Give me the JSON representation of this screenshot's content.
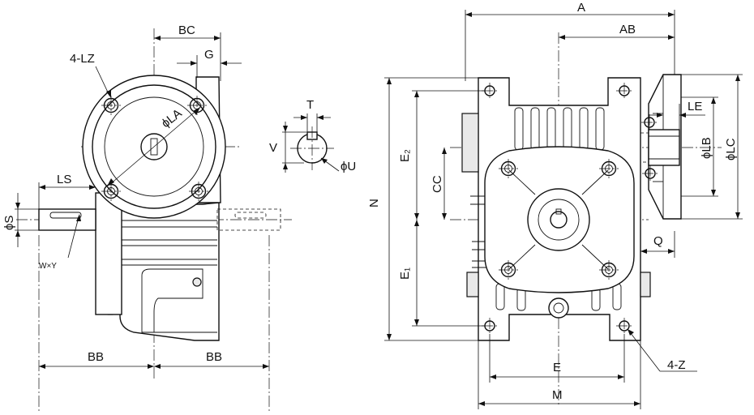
{
  "left_view": {
    "labels": {
      "bc": "BC",
      "g": "G",
      "four_lz": "4-LZ",
      "phi_la": "ϕLA",
      "ls": "LS",
      "phi_s": "ϕS",
      "w_x_y": "W×Y",
      "bb_left": "BB",
      "bb_right": "BB"
    }
  },
  "key_detail": {
    "labels": {
      "t": "T",
      "v": "V",
      "phi_u": "ϕU"
    }
  },
  "right_view": {
    "labels": {
      "a": "A",
      "ab": "AB",
      "n": "N",
      "e2": "E₂",
      "e1": "E₁",
      "cc": "CC",
      "le": "LE",
      "phi_lb": "ϕLB",
      "phi_lc": "ϕLC",
      "q": "Q",
      "e": "E",
      "m": "M",
      "four_z": "4-Z"
    }
  },
  "icons": [
    "dimension-arrow",
    "center-line",
    "bolt-hole",
    "shaft-keyway"
  ]
}
